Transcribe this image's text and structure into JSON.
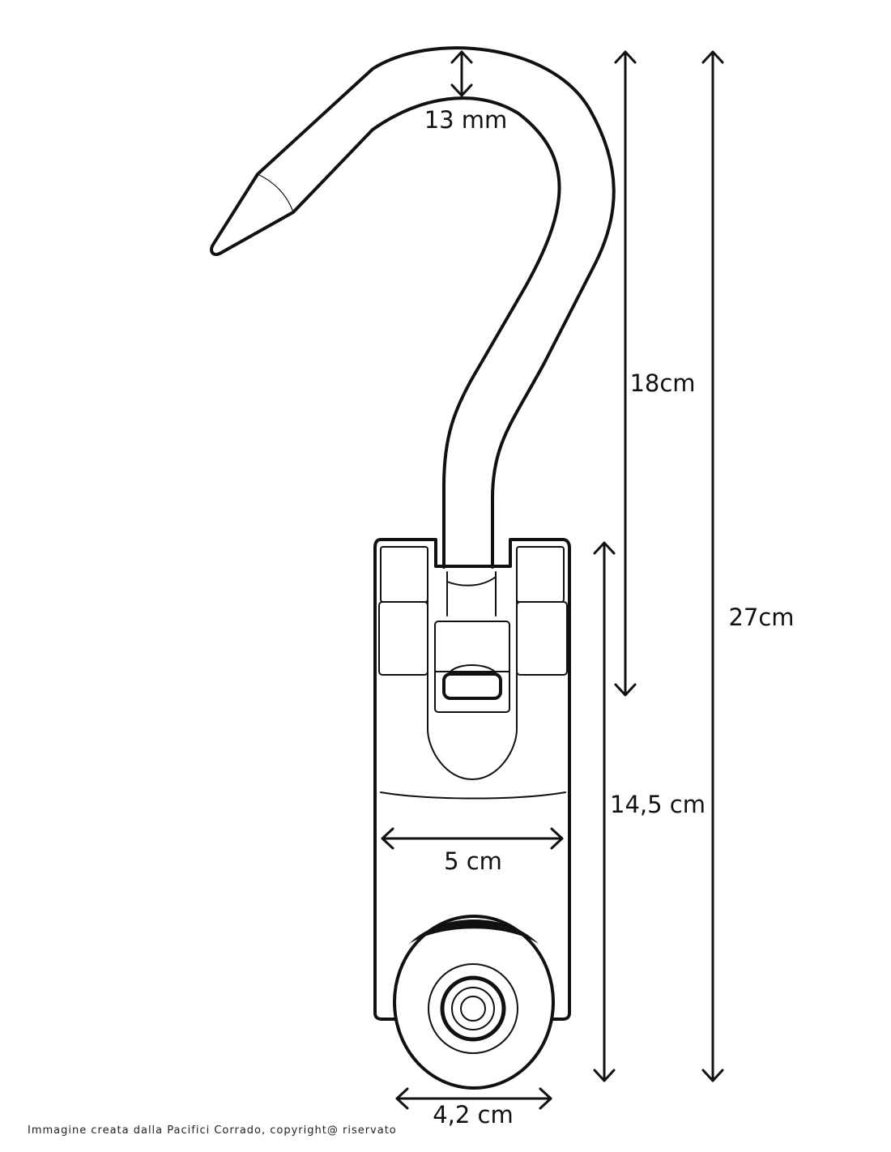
{
  "dimensions": {
    "hook_thickness": "13 mm",
    "hook_height": "18cm",
    "total_height": "27cm",
    "body_height": "14,5 cm",
    "body_width": "5 cm",
    "wheel_width": "4,2 cm"
  },
  "credit": "Immagine creata dalla Pacifici Corrado, copyright@ riservato"
}
